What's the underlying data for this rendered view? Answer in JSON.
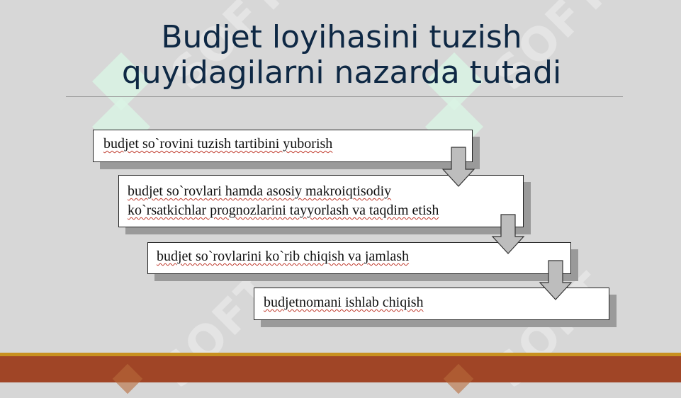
{
  "slide": {
    "title_line1": "Budjet loyihasini tuzish",
    "title_line2": "quyidagilarni nazarda tutadi",
    "steps": [
      {
        "lines": [
          "budjet so`rovini tuzish tartibini yuborish"
        ]
      },
      {
        "lines": [
          "budjet so`rovlari hamda asosiy makroiqtisodiy",
          "ko`rsatkichlar prognozlarini tayyorlash va taqdim etish"
        ]
      },
      {
        "lines": [
          "budjet so`rovlarini ko`rib chiqish va jamlash"
        ]
      },
      {
        "lines": [
          "budjetnomani ishlab chiqish"
        ]
      }
    ],
    "watermark_text": "SOFT"
  },
  "colors": {
    "title": "#0e2844",
    "background": "#d7d7d7",
    "footer_gold": "#c8901f",
    "footer_rust": "#a04526",
    "watermark_green": "#d9f3e4"
  }
}
